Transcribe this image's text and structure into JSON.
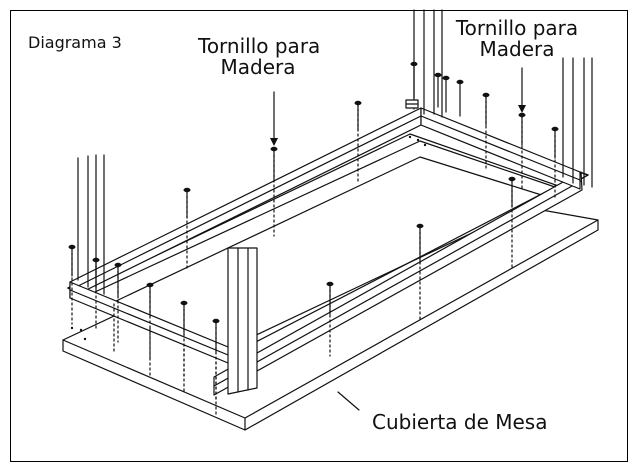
{
  "diagram": {
    "title": "Diagrama 3",
    "labels": {
      "wood_screw_left_line1": "Tornillo para",
      "wood_screw_left_line2": "Madera",
      "wood_screw_right_line1": "Tornillo para",
      "wood_screw_right_line2": "Madera",
      "table_top": "Cubierta de Mesa"
    },
    "colors": {
      "line": "#111111",
      "background": "#ffffff"
    }
  }
}
